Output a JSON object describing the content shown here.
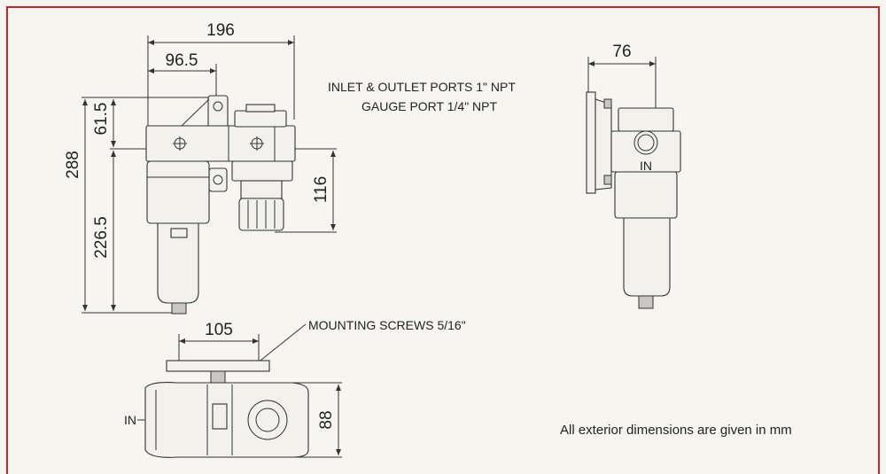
{
  "colors": {
    "border": "#c0262b",
    "background": "#f7f5f0",
    "ink": "#222222"
  },
  "notes": {
    "ports_line1": "INLET & OUTLET PORTS 1\" NPT",
    "ports_line2": "GAUGE PORT 1/4\" NPT",
    "mounting": "MOUNTING SCREWS 5/16\"",
    "units": "All exterior dimensions are given in mm"
  },
  "labels": {
    "in_side": "IN",
    "in_bottom": "IN"
  },
  "dimensions": {
    "width_total": "196",
    "width_half": "96.5",
    "height_total": "288",
    "height_upper": "61.5",
    "height_lower": "226.5",
    "regulator_height": "116",
    "side_width": "76",
    "mount_width": "105",
    "base_depth": "88"
  }
}
